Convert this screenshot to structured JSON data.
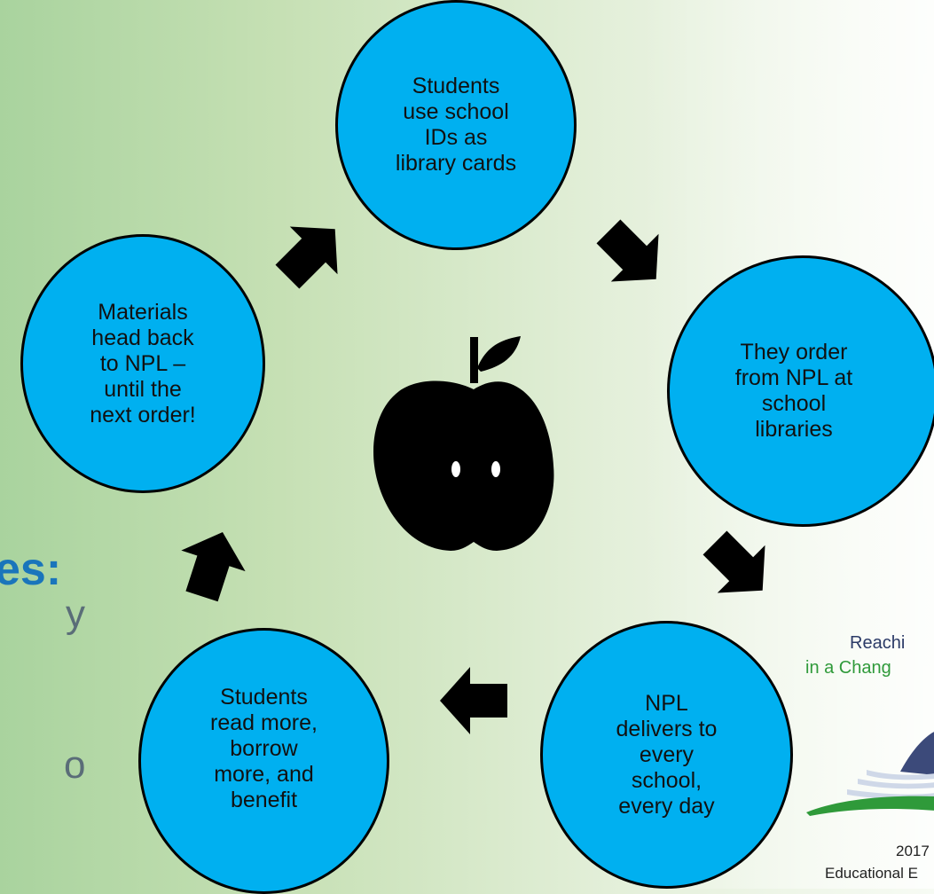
{
  "cycle": {
    "steps": [
      "Students\nuse school\nIDs as\nlibrary cards",
      "They order\nfrom NPL at\nschool\nlibraries",
      "NPL\ndelivers to\nevery\nschool,\nevery day",
      "Students\nread more,\nborrow\nmore, and\nbenefit",
      "Materials\nhead back\nto NPL –\nuntil the\nnext order!"
    ]
  },
  "left_partial": {
    "heading_fragment": "es:",
    "line_fragment_1": "y",
    "line_fragment_2": "o"
  },
  "logo": {
    "line1": "Reachi",
    "line2": "in a Chang",
    "year": "2017",
    "footer": "Educational E"
  },
  "colors": {
    "circle_fill": "#00b0f0",
    "arrow": "#000000",
    "heading_blue": "#1a75bb",
    "logo_navy": "#2b3a67",
    "logo_green": "#2f9a3a"
  },
  "icons": {
    "center": "apple-icon"
  }
}
